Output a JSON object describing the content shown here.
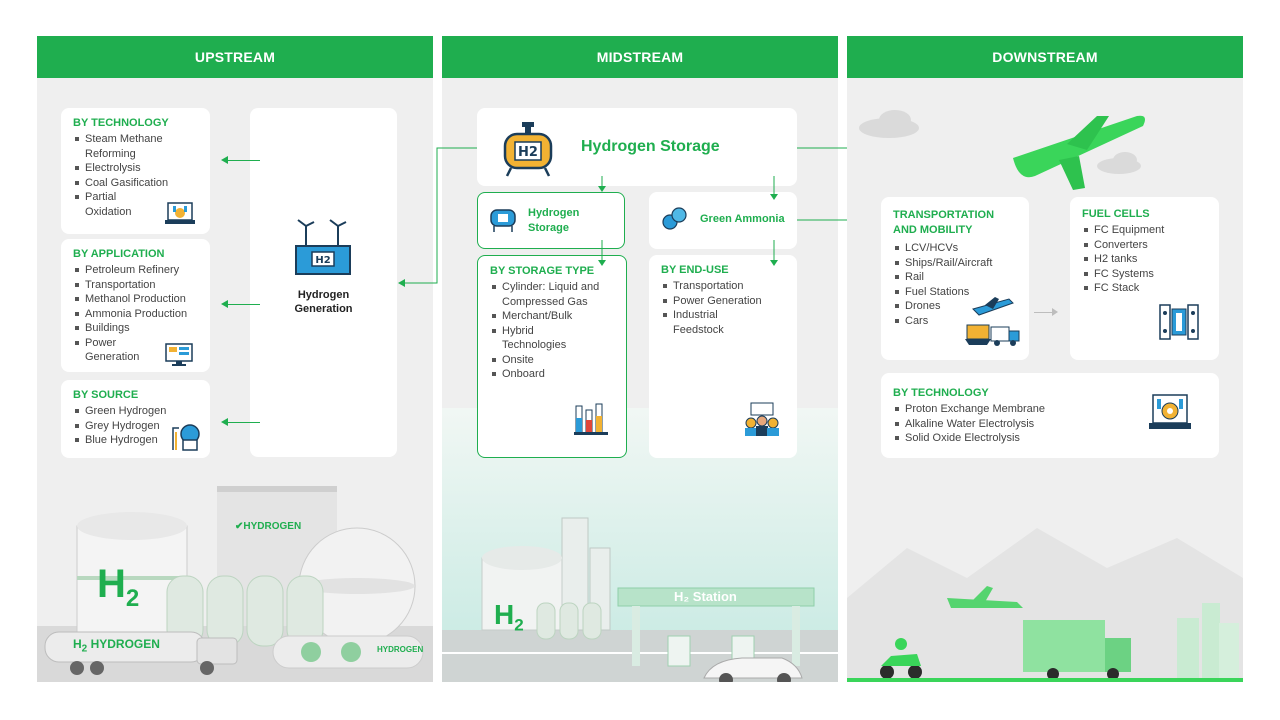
{
  "upstream": {
    "header": "UPSTREAM",
    "technology": {
      "title": "BY TECHNOLOGY",
      "items": [
        "Steam Methane Reforming",
        "Electrolysis",
        "Coal Gasification",
        "Partial Oxidation"
      ]
    },
    "application": {
      "title": "BY APPLICATION",
      "items": [
        "Petroleum Refinery",
        "Transportation",
        "Methanol Production",
        "Ammonia Production",
        "Buildings",
        "Power Generation"
      ]
    },
    "source": {
      "title": "BY SOURCE",
      "items": [
        "Green Hydrogen",
        "Grey Hydrogen",
        "Blue Hydrogen"
      ]
    },
    "generation": {
      "label": "Hydrogen Generation"
    },
    "scene_text": {
      "h2": "H",
      "h2_sub": "2",
      "tank_label": "HYDROGEN",
      "truck_label": "HYDROGEN",
      "sign": "HYDROGEN"
    }
  },
  "midstream": {
    "header": "MIDSTREAM",
    "storage_main": {
      "label": "Hydrogen Storage"
    },
    "storage_small": {
      "label": "Hydrogen Storage"
    },
    "ammonia": {
      "label": "Green Ammonia"
    },
    "storage_type": {
      "title": "BY STORAGE TYPE",
      "items": [
        "Cylinder: Liquid and Compressed Gas",
        "Merchant/Bulk",
        "Hybrid Technologies",
        "Onsite",
        "Onboard"
      ]
    },
    "end_use": {
      "title": "BY END-USE",
      "items": [
        "Transportation",
        "Power Generation",
        "Industrial Feedstock"
      ]
    },
    "scene_text": {
      "station": "H₂ Station",
      "h2": "H",
      "h2_sub": "2"
    }
  },
  "downstream": {
    "header": "DOWNSTREAM",
    "transport": {
      "title": "TRANSPORTATION AND MOBILITY",
      "items": [
        "LCV/HCVs",
        "Ships/Rail/Aircraft",
        "Rail",
        "Fuel Stations",
        "Drones",
        "Cars"
      ]
    },
    "fuel_cells": {
      "title": "FUEL CELLS",
      "items": [
        "FC Equipment",
        "Converters",
        "H2 tanks",
        "FC Systems",
        "FC Stack"
      ]
    },
    "technology": {
      "title": "BY TECHNOLOGY",
      "items": [
        "Proton Exchange Membrane",
        "Alkaline Water Electrolysis",
        "Solid Oxide Electrolysis"
      ]
    }
  },
  "colors": {
    "accent": "#1fae4f",
    "panel": "#efefef"
  }
}
